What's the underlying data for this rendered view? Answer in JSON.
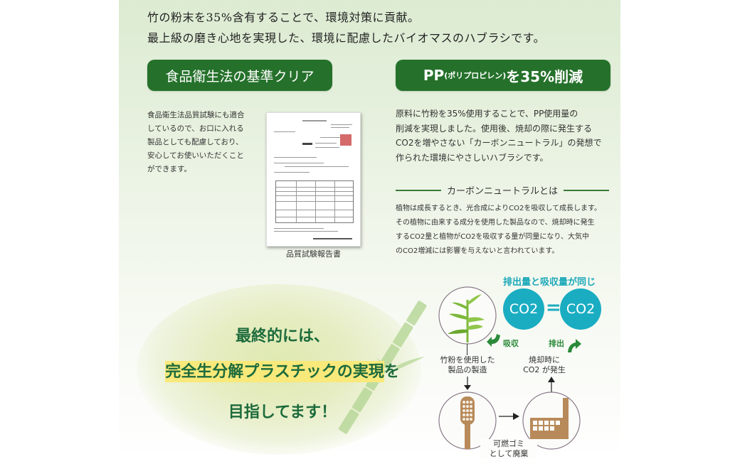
{
  "intro": {
    "line1": "竹の粉末を35%含有することで、環境対策に貢献。",
    "line2": "最上級の磨き心地を実現した、環境に配慮したバイオマスのハブラシです。"
  },
  "food_safety": {
    "heading": "食品衛生法の基準クリア",
    "lines": [
      "食品衛生法品質試験にも適合",
      "しているので、お口に入れる",
      "製品としても配慮しており、",
      "安心してお使いいただくこと",
      "ができます。"
    ],
    "document_caption": "品質試験報告書"
  },
  "pp_reduction": {
    "heading_main_a": "PP",
    "heading_small": "(ポリプロピレン)",
    "heading_main_b": "を35%削減",
    "lines": [
      "原料に竹粉を35%使用することで、PP使用量の",
      "削減を実現しました。使用後、焼却の際に発生する",
      "CO2を増やさない「カーボンニュートラル」の発想で",
      "作られた環境にやさしいハブラシです。"
    ]
  },
  "carbon_neutral": {
    "title": "カーボンニュートラルとは",
    "lines": [
      "植物は成長するとき、光合成によりCO2を吸収して成長します。",
      "その植物に由来する成分を使用した製品なので、焼却時に発生",
      "するCO2量と植物がCO2を吸収する量が同量になり、大気中",
      "のCO2増減には影響を与えないと言われています。"
    ]
  },
  "final_message": {
    "line1": "最終的には、",
    "line2_highlight": "完全生分解プラスチックの実現",
    "line2_rest": "を",
    "line3": "目指してます！"
  },
  "diagram": {
    "top_label": "排出量と吸収量が同じ",
    "co2_left": "CO2",
    "equals": "=",
    "co2_right": "CO2",
    "absorb_label": "吸収",
    "emit_label": "排出",
    "manufacture_caption_1": "竹粉を使用した",
    "manufacture_caption_2": "製品の製造",
    "incinerate_caption_1": "焼却時に",
    "incinerate_caption_2": "CO2 が発生",
    "dispose_caption_1": "可燃ゴミ",
    "dispose_caption_2": "として廃棄"
  },
  "colors": {
    "button_green": "#25712b",
    "co2_teal": "#1aadc2",
    "headline_green": "#1d6b3c",
    "highlight_yellow": "#f9e97a",
    "icon_brown": "#b88a5a"
  }
}
